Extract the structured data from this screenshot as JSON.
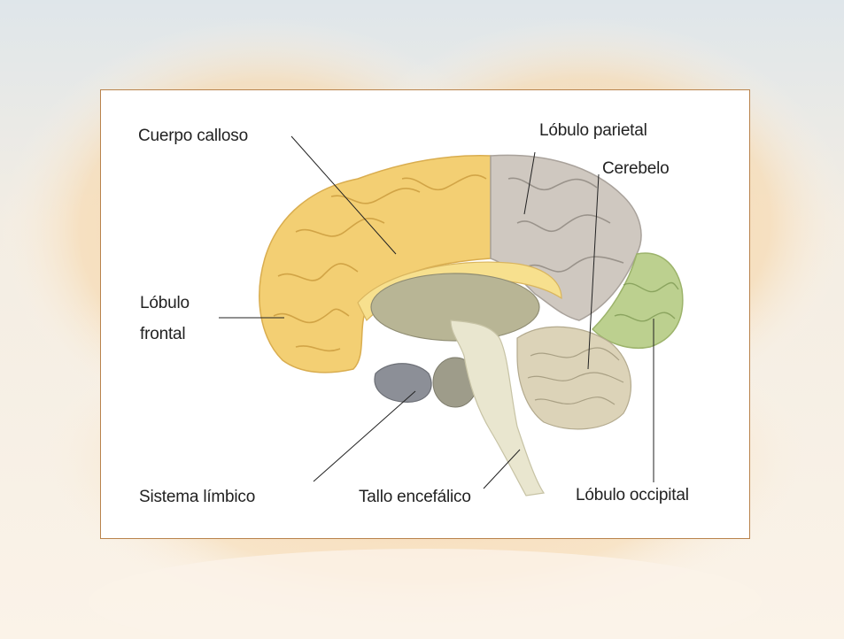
{
  "labels": {
    "cuerpo_calloso": "Cuerpo calloso",
    "lobulo_parietal": "Lóbulo parietal",
    "cerebelo": "Cerebelo",
    "lobulo_frontal_line1": "Lóbulo",
    "lobulo_frontal_line2": "frontal",
    "sistema_limbico": "Sistema límbico",
    "tallo_encefalico": "Tallo encefálico",
    "lobulo_occipital": "Lóbulo occipital"
  },
  "colors": {
    "frontal_lobe": "#f3cf73",
    "parietal_lobe": "#cfc8c0",
    "occipital_lobe": "#bcd08f",
    "corpus_callosum": "#f7e08e",
    "brainstem": "#e9e6cf",
    "cerebellum": "#dcd3b8",
    "limbic": "#8c8f97",
    "thalamus": "#b8b595",
    "panel_border": "#b9834c"
  }
}
